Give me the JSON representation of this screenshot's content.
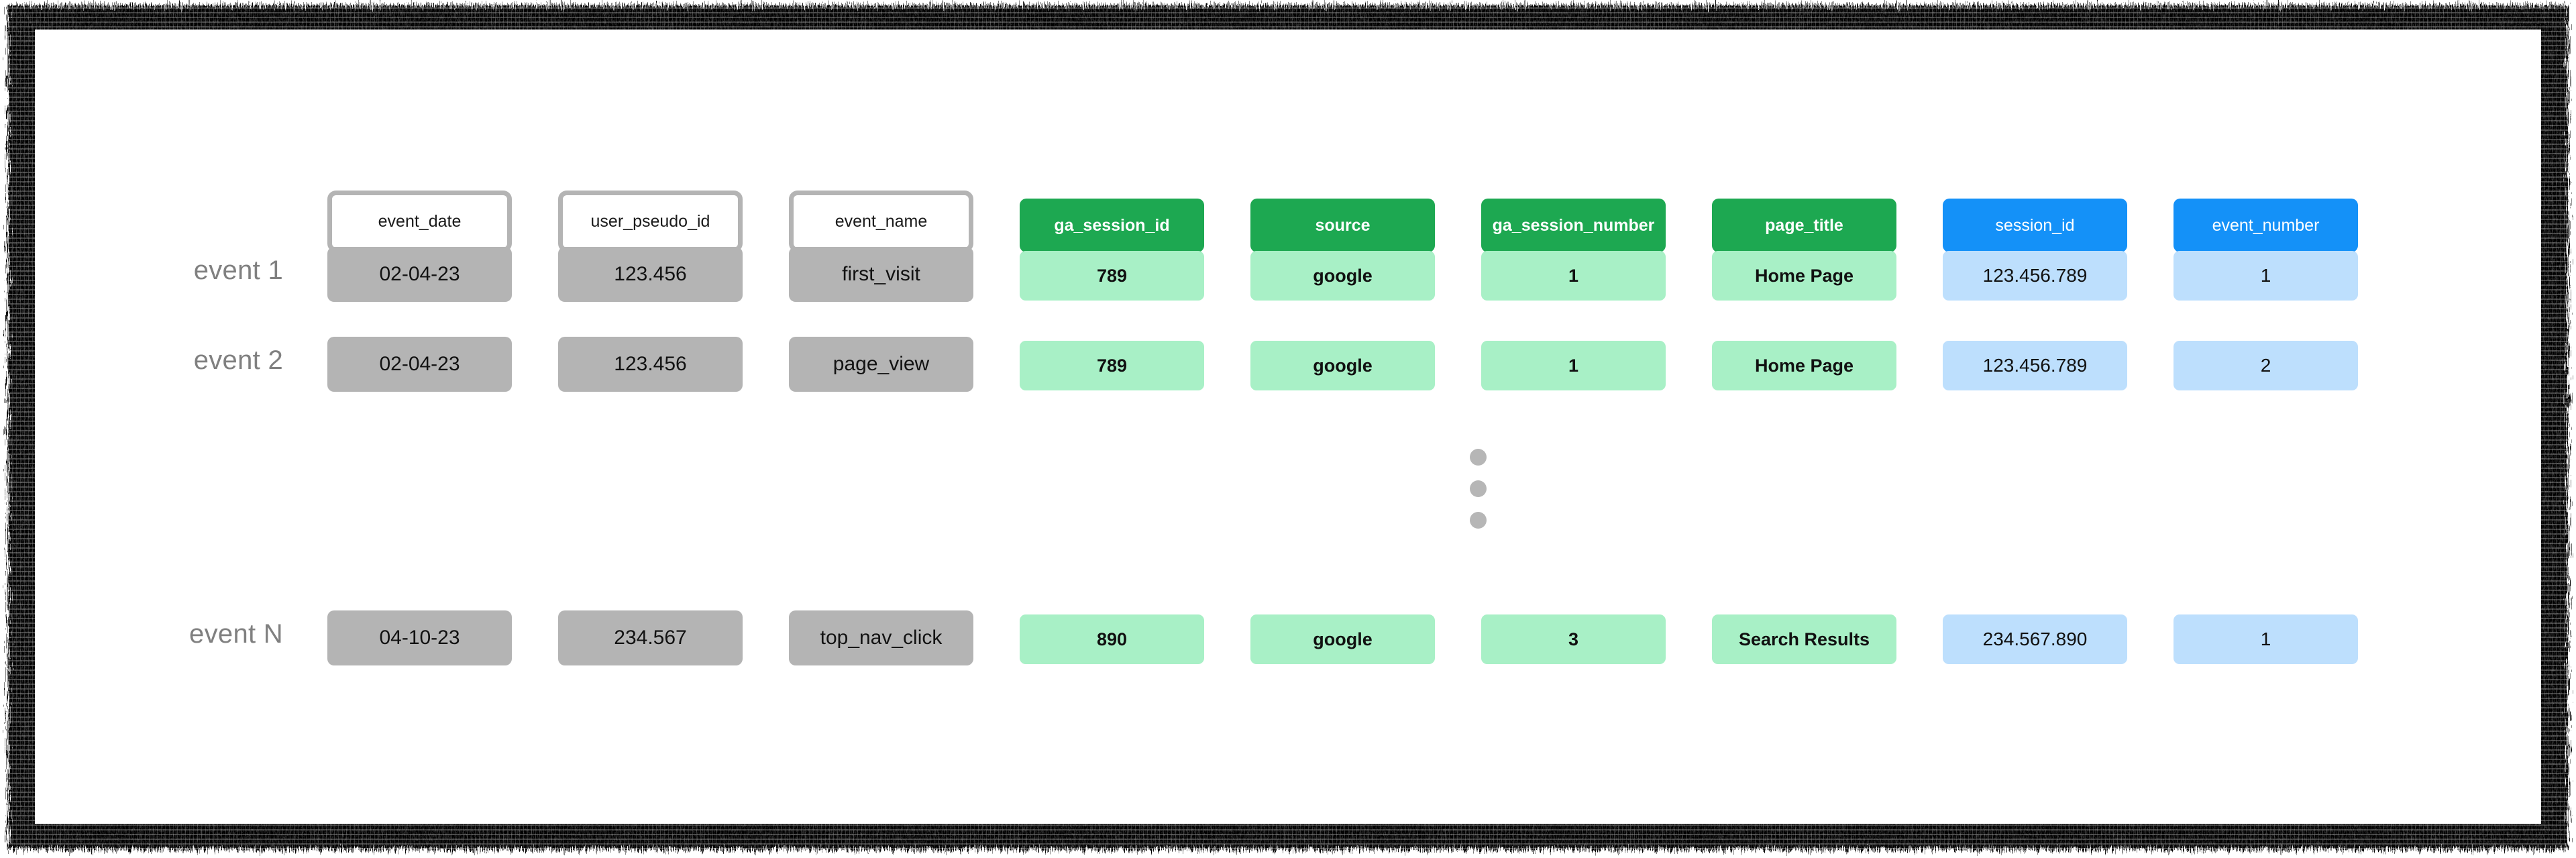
{
  "diagram": {
    "title_text": "",
    "colors": {
      "header_green": "#1da851",
      "header_blue": "#1491f8",
      "cell_green": "#a8f0c6",
      "cell_blue": "#bddffd",
      "cell_gray": "#b4b4b4",
      "header_plain_border": "#b4b4b4",
      "row_label": "#808080",
      "ellipsis_dot": "#b6b6b6",
      "frame": "#000000",
      "background": "#ffffff"
    },
    "columns": [
      {
        "key": "event_date",
        "label": "event_date",
        "style": "plain"
      },
      {
        "key": "user_pseudo_id",
        "label": "user_pseudo_id",
        "style": "plain"
      },
      {
        "key": "event_name",
        "label": "event_name",
        "style": "plain"
      },
      {
        "key": "ga_session_id",
        "label": "ga_session_id",
        "style": "green"
      },
      {
        "key": "source",
        "label": "source",
        "style": "green"
      },
      {
        "key": "ga_session_number",
        "label": "ga_session_number",
        "style": "green"
      },
      {
        "key": "page_title",
        "label": "page_title",
        "style": "green"
      },
      {
        "key": "session_id",
        "label": "session_id",
        "style": "blue"
      },
      {
        "key": "event_number",
        "label": "event_number",
        "style": "blue"
      }
    ],
    "rows": [
      {
        "label": "event 1",
        "cells": [
          "02-04-23",
          "123.456",
          "first_visit",
          "789",
          "google",
          "1",
          "Home Page",
          "123.456.789",
          "1"
        ]
      },
      {
        "label": "event 2",
        "cells": [
          "02-04-23",
          "123.456",
          "page_view",
          "789",
          "google",
          "1",
          "Home Page",
          "123.456.789",
          "2"
        ]
      },
      {
        "label": "event N",
        "cells": [
          "04-10-23",
          "234.567",
          "top_nav_click",
          "890",
          "google",
          "3",
          "Search Results",
          "234.567.890",
          "1"
        ]
      }
    ],
    "ellipsis": {
      "dots": 3,
      "meaning": "more-rows-indicator"
    }
  }
}
